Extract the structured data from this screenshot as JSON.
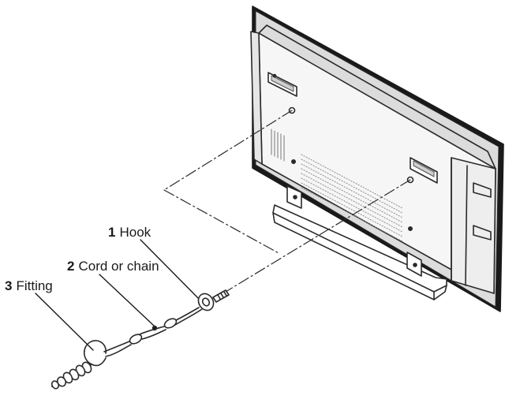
{
  "callouts": [
    {
      "number": "1",
      "text": "Hook"
    },
    {
      "number": "2",
      "text": "Cord or chain"
    },
    {
      "number": "3",
      "text": "Fitting"
    }
  ],
  "colors": {
    "line": "#1a1a1a",
    "stroke": "#2a2a2a",
    "fill": "#ffffff",
    "panel": "#f4f4f4",
    "vent": "#8a8a8a"
  },
  "icons": [
    "tv-back-illustration",
    "hook-icon",
    "cord-icon",
    "fitting-icon"
  ]
}
